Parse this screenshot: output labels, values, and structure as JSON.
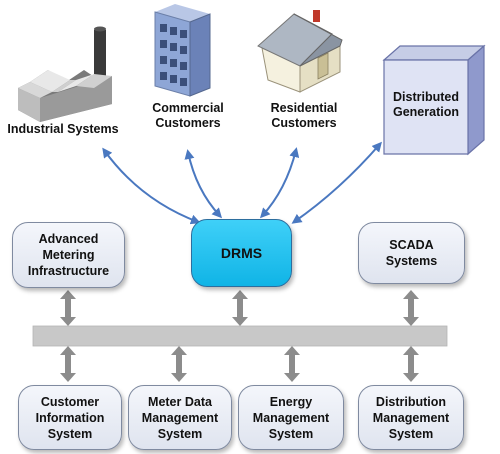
{
  "colors": {
    "arrow_blue": "#4a78c0",
    "arrow_gray": "#8c8c8c",
    "bus_gray": "#c8c8c8",
    "drms_fill": "#1ab8ea",
    "box_fill": "#e6eaf3",
    "box_border": "#7f8aa0"
  },
  "customers": [
    {
      "label": "Industrial Systems",
      "icon": "factory-icon"
    },
    {
      "label": "Commercial\nCustomers",
      "icon": "office-building-icon"
    },
    {
      "label": "Residential\nCustomers",
      "icon": "house-icon"
    }
  ],
  "distributed_generation": {
    "label": "Distributed\nGeneration",
    "icon": "cube-icon"
  },
  "systems": {
    "drms": "DRMS",
    "ami": "Advanced\nMetering\nInfrastructure",
    "scada": "SCADA\nSystems",
    "cis": "Customer\nInformation\nSystem",
    "mdms": "Meter Data\nManagement\nSystem",
    "ems": "Energy\nManagement\nSystem",
    "dms": "Distribution\nManagement\nSystem"
  }
}
